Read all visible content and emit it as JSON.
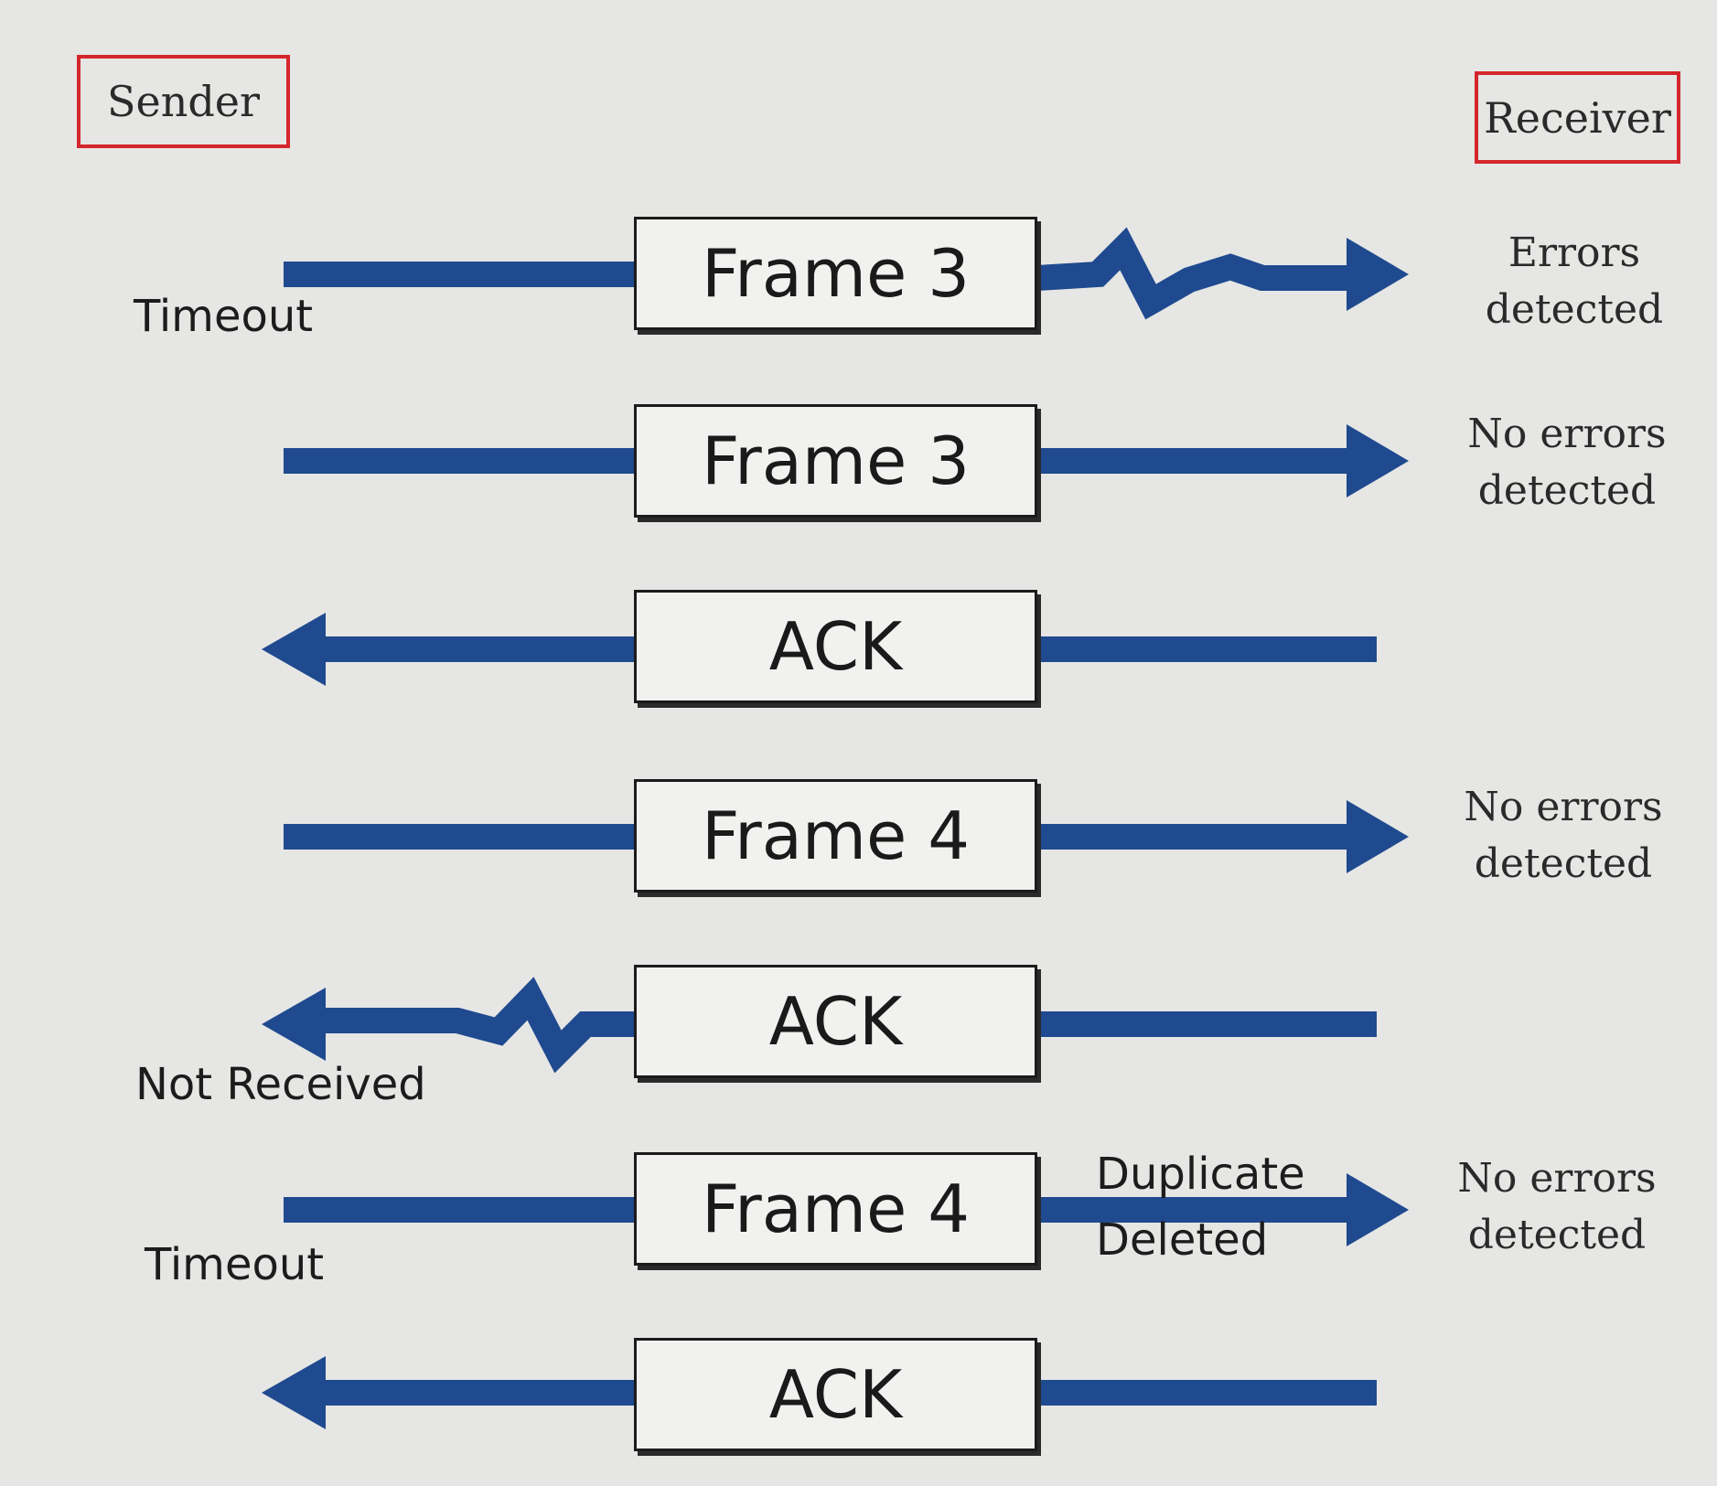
{
  "sender_label": "Sender",
  "receiver_label": "Receiver",
  "colors": {
    "arrow": "#1f4a8f",
    "party_border": "#d4262c",
    "frame_fill": "#f1f1ef",
    "background": "#e6e6e4"
  },
  "rows": [
    {
      "frame": "Frame 3",
      "direction": "to-receiver",
      "damaged": true,
      "sender_note": "Timeout",
      "receiver_status": [
        "Errors",
        "detected"
      ]
    },
    {
      "frame": "Frame 3",
      "direction": "to-receiver",
      "damaged": false,
      "sender_note": "",
      "receiver_status": [
        "No errors",
        "detected"
      ]
    },
    {
      "frame": "ACK",
      "direction": "to-sender",
      "damaged": false,
      "sender_note": "",
      "receiver_status": []
    },
    {
      "frame": "Frame 4",
      "direction": "to-receiver",
      "damaged": false,
      "sender_note": "",
      "receiver_status": [
        "No errors",
        "detected"
      ]
    },
    {
      "frame": "ACK",
      "direction": "to-sender",
      "damaged": true,
      "sender_note": "Not Received",
      "receiver_status": []
    },
    {
      "frame": "Frame 4",
      "direction": "to-receiver",
      "damaged": false,
      "sender_note": "Timeout",
      "receiver_status": [
        "No errors",
        "detected"
      ],
      "channel_note": [
        "Duplicate",
        "Deleted"
      ]
    },
    {
      "frame": "ACK",
      "direction": "to-sender",
      "damaged": false,
      "sender_note": "",
      "receiver_status": []
    }
  ]
}
